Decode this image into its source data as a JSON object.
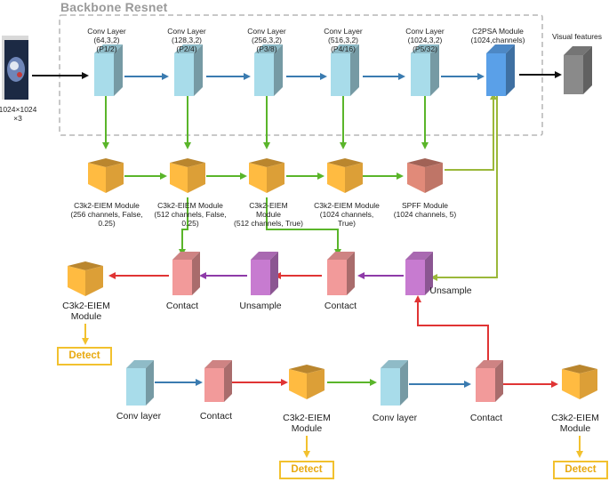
{
  "backbone_title": "Backbone Resnet",
  "input": {
    "label": "1024×1024\n×3"
  },
  "conv_layers": [
    {
      "title": "Conv Layer",
      "params": "(64,3,2)",
      "sub": "(P1/2)"
    },
    {
      "title": "Conv Layer",
      "params": "(128,3,2)",
      "sub": "(P2/4)"
    },
    {
      "title": "Conv Layer",
      "params": "(256,3,2)",
      "sub": "(P3/8)"
    },
    {
      "title": "Conv Layer",
      "params": "(516,3,2)",
      "sub": "(P4/16)"
    },
    {
      "title": "Conv Layer",
      "params": "(1024,3,2)",
      "sub": "(P5/32)"
    }
  ],
  "c2psa": {
    "title": "C2PSA Module",
    "sub": "(1024,channels)"
  },
  "visual_features": "Visual features",
  "backbone_modules": [
    "C3k2-EIEM Module\n(256 channels, False,\n0.25)",
    "C3k2-EIEM Module\n(512 channels, False,\n0.25)",
    "C3k2-EIEM\nModule\n(512 channels, True)",
    "C3k2-EIEM Module\n(1024 channels,\nTrue)",
    "SPFF Module\n(1024 channels, 5)"
  ],
  "neck_labels": {
    "module_left": "C3k2-EIEM\nModule",
    "contact1": "Contact",
    "unsample1": "Unsample",
    "contact2": "Contact",
    "unsample2": "Unsample"
  },
  "bottom_labels": {
    "conv1": "Conv layer",
    "contact3": "Contact",
    "module_mid": "C3k2-EIEM\nModule",
    "conv2": "Conv layer",
    "contact4": "Contact",
    "module_right": "C3k2-EIEM\nModule"
  },
  "detect_label": "Detect",
  "colors": {
    "conv": "#a8dcea",
    "c2psa": "#5aa0e8",
    "visual": "#8a8a8a",
    "cube": "#e8a73a",
    "spff": "#c97b6c",
    "contact": "#f29a9a",
    "unsample": "#c77bd0",
    "arrow_blue": "#3a7bb0",
    "arrow_green": "#5ab52a",
    "arrow_red": "#e03434",
    "arrow_purple": "#8e3aa8",
    "arrow_yellow": "#f2c12e"
  }
}
